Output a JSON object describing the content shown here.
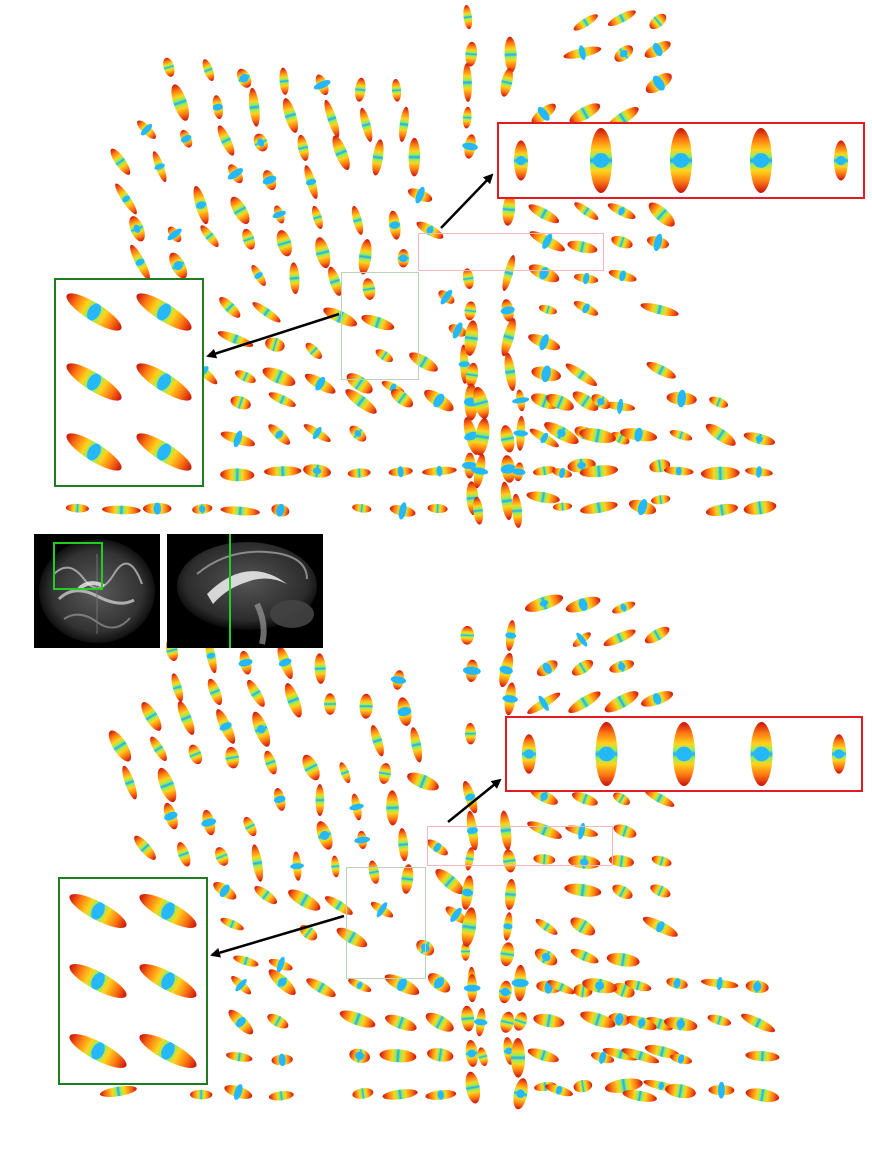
{
  "figure": {
    "panels": [
      {
        "id": "top",
        "rendering": "fiber-odf-glyph-field"
      },
      {
        "id": "bottom",
        "rendering": "fiber-odf-glyph-field"
      }
    ],
    "thumbnails": [
      {
        "id": "coronal-slice",
        "view": "coronal",
        "roi_color": "#22cc22"
      },
      {
        "id": "sagittal-slice",
        "view": "sagittal",
        "marker_color": "#22cc22"
      }
    ],
    "colors": {
      "inset_red": "#e31b23",
      "inset_green": "#1e7d1e",
      "roi_red": "#f2b8bc",
      "roi_green": "#b9d3b9",
      "arrow": "#000000",
      "glyph_palette": [
        "#2b3cff",
        "#1fa9ff",
        "#2fe0d8",
        "#b6f03b",
        "#ffd21c",
        "#ff7a12",
        "#d0110f"
      ]
    }
  }
}
